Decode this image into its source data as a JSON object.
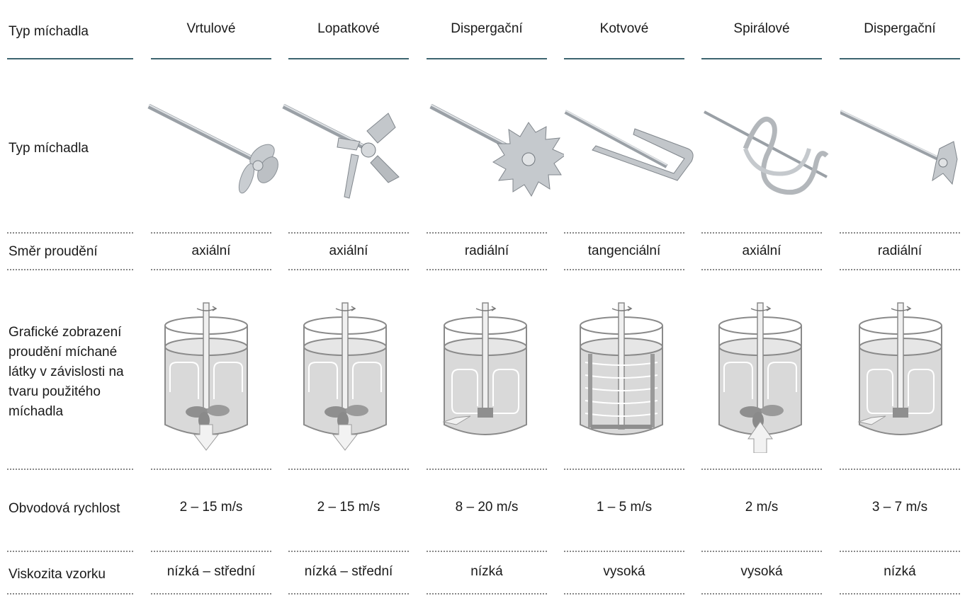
{
  "row_labels": {
    "type_header": "Typ míchadla",
    "type_image": "Typ míchadla",
    "flow_direction": "Směr proudění",
    "flow_graphic": "Grafické zobrazení proudění míchané látky v závislosti na tvaru použitého míchadla",
    "tip_speed": "Obvodová rychlost",
    "viscosity": "Viskozita vzorku"
  },
  "columns": [
    {
      "type": "Vrtulové",
      "flow": "axiální",
      "speed": "2 – 15 m/s",
      "viscosity": "nízká – střední",
      "stirrer_icon": "propeller-stirrer-icon",
      "vessel_icon": "axial-flow-down-vessel-icon"
    },
    {
      "type": "Lopatkové",
      "flow": "axiální",
      "speed": "2 – 15 m/s",
      "viscosity": "nízká – střední",
      "stirrer_icon": "paddle-stirrer-icon",
      "vessel_icon": "axial-flow-down-vessel-icon"
    },
    {
      "type": "Dispergační",
      "flow": "radiální",
      "speed": "8 – 20 m/s",
      "viscosity": "nízká",
      "stirrer_icon": "dispersing-disc-stirrer-icon",
      "vessel_icon": "radial-flow-vessel-icon"
    },
    {
      "type": "Kotvové",
      "flow": "tangenciální",
      "speed": "1 – 5 m/s",
      "viscosity": "vysoká",
      "stirrer_icon": "anchor-stirrer-icon",
      "vessel_icon": "tangential-flow-vessel-icon"
    },
    {
      "type": "Spirálové",
      "flow": "axiální",
      "speed": "2 m/s",
      "viscosity": "vysoká",
      "stirrer_icon": "spiral-stirrer-icon",
      "vessel_icon": "axial-flow-up-vessel-icon"
    },
    {
      "type": "Dispergační",
      "flow": "radiální",
      "speed": "3 – 7 m/s",
      "viscosity": "nízká",
      "stirrer_icon": "small-dispersing-stirrer-icon",
      "vessel_icon": "radial-flow-vessel-icon"
    }
  ],
  "colors": {
    "rule": "#3d6470",
    "dotted": "#888888",
    "liquid": "#d9d9d9",
    "metal": "#b8bcc0"
  }
}
